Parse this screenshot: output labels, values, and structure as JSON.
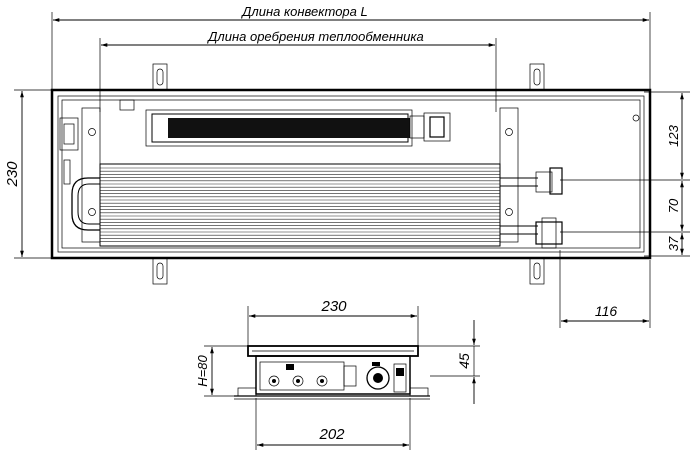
{
  "labels": {
    "convector_length": "Длина конвектора L",
    "fin_length": "Длина оребрения теплообменника",
    "height_total": "230",
    "dim_123": "123",
    "dim_70": "70",
    "dim_37": "37",
    "dim_116": "116",
    "width_230": "230",
    "width_202": "202",
    "height_h": "H=80",
    "dim_45": "45"
  }
}
